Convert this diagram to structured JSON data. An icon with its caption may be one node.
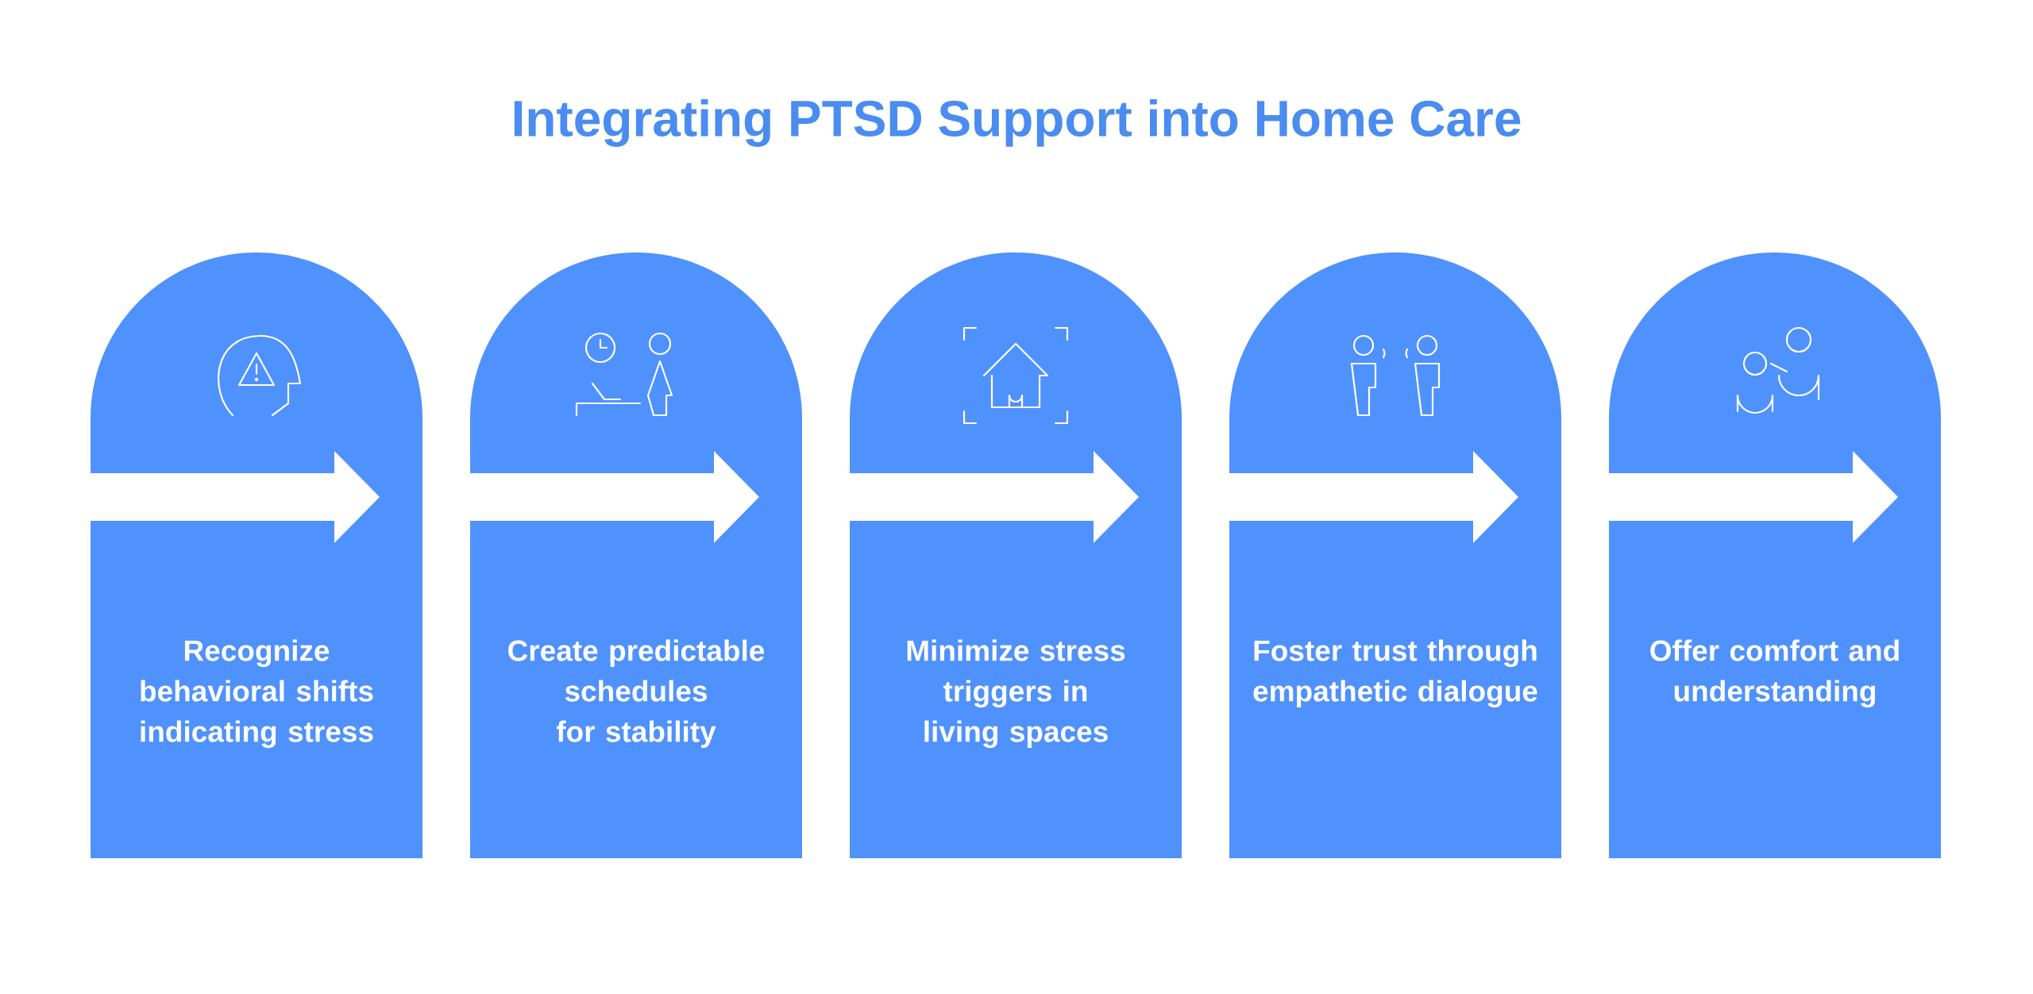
{
  "diagram": {
    "title": "Integrating PTSD Support into Home Care",
    "nodes": [
      {
        "text": [
          "Recognize behavioral shifts indicating stress"
        ]
      },
      {
        "text": [
          "Create predictable schedules for stability"
        ]
      },
      {
        "text": [
          "Minimize stress triggers in living spaces"
        ]
      },
      {
        "text": [
          "Foster trust through empathetic dialogue"
        ]
      },
      {
        "text": [
          "Offer comfort and understanding"
        ]
      }
    ]
  }
}
